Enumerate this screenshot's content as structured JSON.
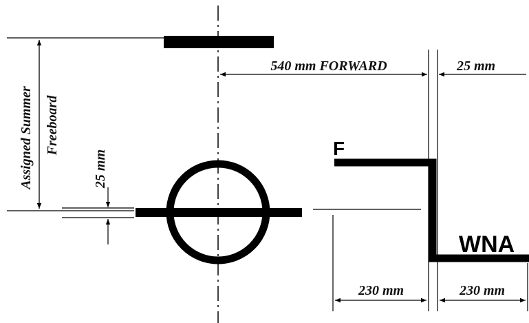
{
  "labels": {
    "assigned_summer": "Assigned Summer",
    "freeboard": "Freeboard",
    "dim_25_vertical": "25 mm",
    "dim_540_forward": "540 mm FORWARD",
    "dim_25_top": "25 mm",
    "dim_230_left": "230 mm",
    "dim_230_right": "230 mm",
    "mark_f": "F",
    "mark_wna": "WNA"
  },
  "colors": {
    "ink": "#000000",
    "background": "#ffffff"
  }
}
